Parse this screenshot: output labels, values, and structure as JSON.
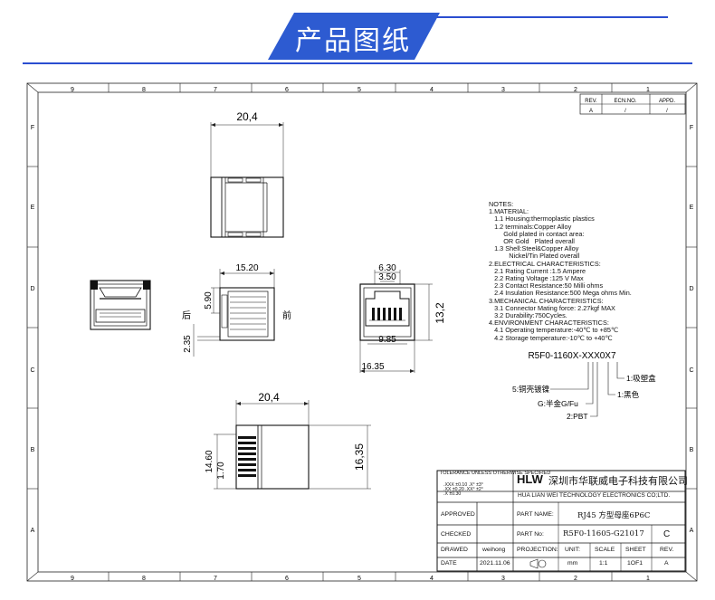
{
  "header": {
    "title": "产品图纸",
    "accent_color": "#2d5bd1",
    "line_color": "#2b4ed0"
  },
  "grid": {
    "columns": [
      "9",
      "8",
      "7",
      "6",
      "5",
      "4",
      "3",
      "2",
      "1"
    ],
    "rows": [
      "F",
      "E",
      "D",
      "C",
      "B",
      "A"
    ]
  },
  "revision": {
    "headers": [
      "REV.",
      "ECN.NO.",
      "APPD."
    ],
    "values": [
      "A",
      "/",
      "/"
    ]
  },
  "dimensions": {
    "top_width": "20,4",
    "side_width": "15.20",
    "side_height": "5.90",
    "side_offset": "2.35",
    "back_label": "后",
    "front_label": "前",
    "front_top_outer": "6.30",
    "front_top_inner": "3.50",
    "front_height": "13,2",
    "front_inner_width": "9.85",
    "front_width": "16.35",
    "bottom_width": "20,4",
    "bottom_h1": "14.60",
    "bottom_h2": "1.70",
    "bottom_h3": "16,35"
  },
  "notes": {
    "lines": [
      "NOTES:",
      "1.MATERIAL:",
      "   1.1 Housing:thermoplastic plastics",
      "   1.2 terminals:Copper Alloy",
      "        Gold plated in contact area:",
      "        OR Gold   Plated overall",
      "   1.3 Shell:Steel&Copper Alloy",
      "           Nickel/Tin Plated overall",
      "2.ELECTRICAL CHARACTERISTICS:",
      "   2.1 Rating Current :1.5 Ampere",
      "   2.2 Rating Voltage :125 V Max",
      "   2.3 Contact Resistance:50 Milli ohms",
      "   2.4 Insulation Resistance:500 Mega ohms Min.",
      "3.MECHANICAL CHARACTERISTICS:",
      "   3.1 Connector Mating force: 2.27kgf MAX",
      "   3.2 Durability:750Cycles.",
      "4.ENVIRONMENT CHARACTERISTICS:",
      "   4.1 Operating temperature:-40℃ to +85℃",
      "   4.2 Storage temperature:-10℃ to +40℃"
    ]
  },
  "part_code": {
    "code": "R5F0-1160X-XXX0X7",
    "callouts": [
      "1:吸塑盒",
      "1:黑色",
      "2:PBT",
      "G:半金G/Fu",
      "5:铜壳镀镍"
    ]
  },
  "title_block": {
    "tolerance_title": "TOLERANCE UNLESS OTHERWISE SPECIFIED",
    "tolerance_rows": [
      ".XXX  ±0.10   .X°  ±3°",
      ".XX   ±0.20   .XX° ±2°",
      ".X    ±0.30"
    ],
    "logo": "HLW",
    "company_cn": "深圳市华联威电子科技有限公司",
    "company_en": "HUA LIAN WEI TECHNOLOGY ELECTRONICS CO;LTD.",
    "approved_label": "APPROVED",
    "checked_label": "CHECKED",
    "drawed_label": "DRAWED",
    "drawed_value": "weihong",
    "date_label": "DATE",
    "date_value": "2021.11.06",
    "part_name_label": "PART NAME:",
    "part_name_value": "RJ45 方型母座6P6C",
    "part_no_label": "PART No:",
    "part_no_value": "R5F0-11605-G21017",
    "part_no_rev": "C",
    "projection_label": "PROJECTION:",
    "unit_label": "UNIT:",
    "unit_value": "mm",
    "scale_label": "SCALE",
    "scale_value": "1:1",
    "sheet_label": "SHEET",
    "sheet_value": "1OF1",
    "rev_label": "REV.",
    "rev_value": "A"
  }
}
